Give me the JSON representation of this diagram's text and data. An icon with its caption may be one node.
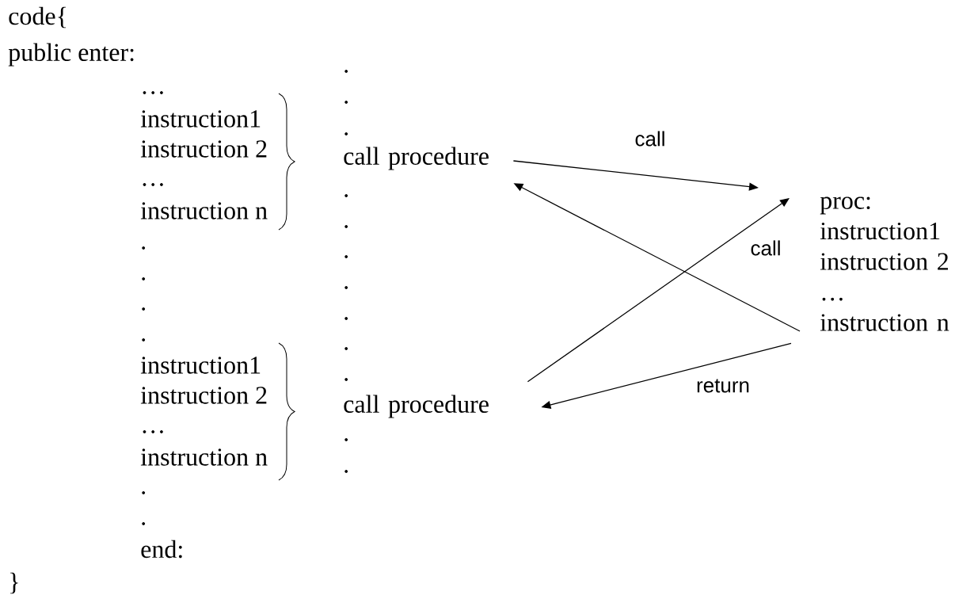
{
  "diagram": {
    "nodes": [
      {
        "text": [
          "call procedure"
        ]
      },
      {
        "text": [
          "call procedure"
        ]
      },
      {
        "text": [
          "proc:",
          "instruction1",
          "instruction 2",
          "…",
          "instruction n"
        ]
      }
    ],
    "edges": [
      {
        "from": 0,
        "to": 2,
        "arrow": "to",
        "label": "call"
      },
      {
        "from": 2,
        "to": 0,
        "arrow": "to"
      },
      {
        "from": 1,
        "to": 2,
        "arrow": "to",
        "label": "call"
      },
      {
        "from": 2,
        "to": 1,
        "arrow": "to",
        "label": "return"
      }
    ],
    "labels": [
      "code{",
      "public enter:",
      "…",
      "instruction1",
      "instruction 2",
      "…",
      "instruction n",
      ".",
      ".",
      ".",
      ".",
      "instruction1",
      "instruction 2",
      "…",
      "instruction n",
      ".",
      ".",
      "end:",
      ".",
      ".",
      ".",
      ".",
      ".",
      ".",
      ".",
      ".",
      ".",
      ".",
      ".",
      ".",
      "}"
    ]
  }
}
